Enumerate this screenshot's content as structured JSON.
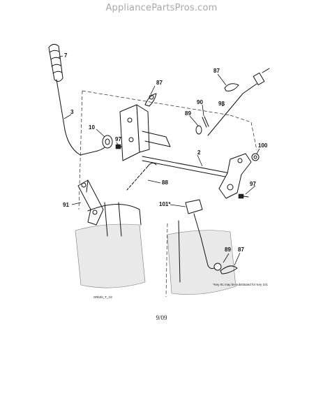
{
  "watermark": "AppliancePartsPros.com",
  "callouts": {
    "c7": "7",
    "c3": "3",
    "c10": "10",
    "c97a": "97",
    "c87a": "87",
    "c88": "88",
    "c2": "2",
    "c87b": "87",
    "c90": "90",
    "c98": "98",
    "c89a": "89",
    "c100": "100",
    "c97b": "97",
    "c91": "91",
    "c101": "101*",
    "c89b": "89",
    "c87c": "87"
  },
  "drawing_code": "SRbrkt_T_r/2",
  "footnote": "*Key 91 may be substituted for Key 101",
  "page_date": "9/09"
}
